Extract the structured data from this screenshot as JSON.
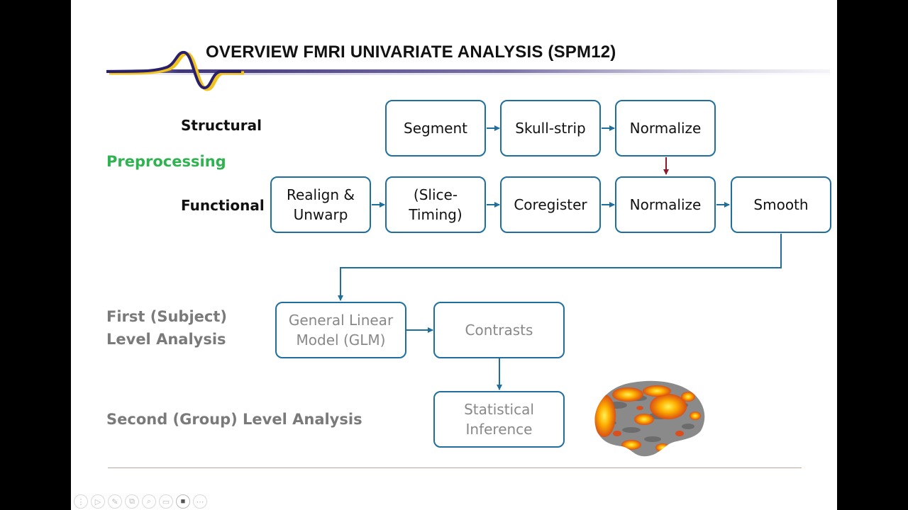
{
  "slide": {
    "title": "OVERVIEW FMRI UNIVARIATE ANALYSIS (SPM12)"
  },
  "labels": {
    "structural": "Structural",
    "preprocessing": "Preprocessing",
    "functional": "Functional",
    "first_level": "First (Subject)\nLevel Analysis",
    "second_level": "Second (Group) Level Analysis"
  },
  "boxes": {
    "segment": "Segment",
    "skull_strip": "Skull-strip",
    "normalize_structural": "Normalize",
    "realign_unwarp": "Realign &\nUnwarp",
    "slice_timing": "(Slice-\nTiming)",
    "coregister": "Coregister",
    "normalize_functional": "Normalize",
    "smooth": "Smooth",
    "glm": "General Linear\nModel (GLM)",
    "contrasts": "Contrasts",
    "statistical_inference": "Statistical\nInference"
  },
  "colors": {
    "box_border": "#1f6f9e",
    "arrow": "#1f6f9e",
    "structural_to_functional_arrow": "#8b1a2b",
    "preprocessing_label": "#2fb350",
    "analysis_label": "#7a7a7a",
    "logo_wave_primary": "#2a1f6b",
    "logo_wave_secondary": "#f2c31b"
  },
  "toolbar": {
    "icons": [
      "more-icon",
      "play-icon",
      "pen-icon",
      "copy-icon",
      "zoom-icon",
      "slides-icon",
      "camera-icon",
      "ellipsis-icon"
    ],
    "glyphs": [
      "⋮",
      "▷",
      "✎",
      "⧉",
      "⌕",
      "▭",
      "■",
      "⋯"
    ]
  }
}
